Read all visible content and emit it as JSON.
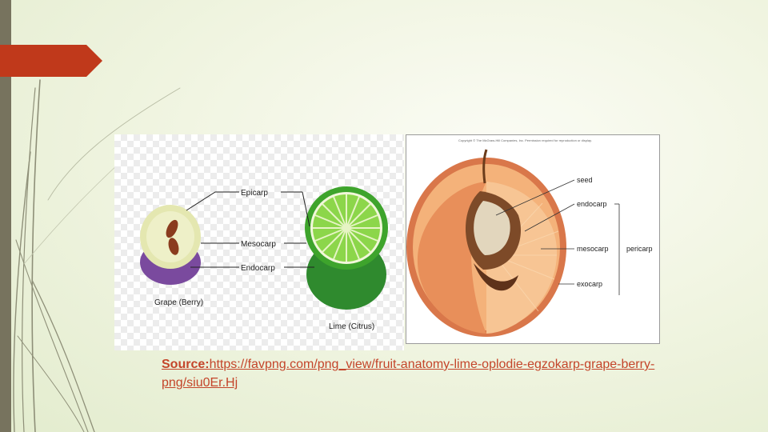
{
  "fruit_diagram": {
    "grape_name": "Grape (Berry)",
    "lime_name": "Lime (Citrus)",
    "labels": [
      "Epicarp",
      "Mesocarp",
      "Endocarp"
    ]
  },
  "peach_diagram": {
    "copyright": "Copyright © The McGraw-Hill Companies, Inc. Permission required for reproduction or display.",
    "labels": {
      "seed": "seed",
      "endocarp": "endocarp",
      "mesocarp": "mesocarp",
      "exocarp": "exocarp",
      "pericarp": "pericarp"
    }
  },
  "source": {
    "label": "Source:",
    "url": "https://favpng.com/png_view/fruit-anatomy-lime-oplodie-egzokarp-grape-berry-png/siu0Er.Hj"
  },
  "colors": {
    "accent": "#c0391b",
    "left_bar": "#77735e",
    "source_text": "#c4452a"
  }
}
